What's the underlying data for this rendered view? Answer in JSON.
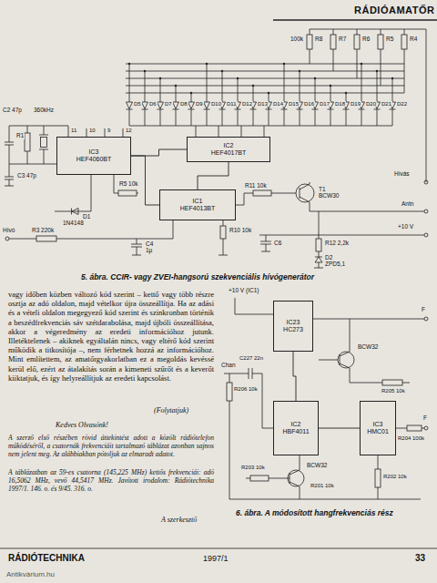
{
  "diagram": {
    "caption": "5. ábra. CCIR- vagy ZVEI-hangsorú szekvenciális hívógenerátor",
    "nodes": [
      {
        "text": [
          "IC3",
          "HEF4060BT"
        ]
      },
      {
        "text": [
          "IC2",
          "HEF4017BT"
        ]
      },
      {
        "text": [
          "IC1",
          "HEF4013BT"
        ]
      },
      {
        "text": [
          "IC23",
          "HC273"
        ]
      },
      {
        "text": [
          "IC2",
          "HBF4011"
        ]
      },
      {
        "text": [
          "IC3",
          "HMC01"
        ]
      }
    ],
    "edges": [
      {
        "from": 0,
        "to": 1,
        "arrow": "none"
      },
      {
        "from": 0,
        "to": 2,
        "arrow": "none"
      },
      {
        "from": 2,
        "to": 1,
        "arrow": "none"
      },
      {
        "from": 3,
        "to": 4,
        "arrow": "none"
      },
      {
        "from": 4,
        "to": 5,
        "arrow": "none"
      }
    ],
    "labels": [
      "RÁDIÓAMATŐR",
      "R8",
      "100k",
      "R7",
      "R6",
      "R5",
      "R4",
      "D5",
      "D6",
      "D7",
      "D8",
      "D9",
      "D10",
      "D11",
      "D12",
      "D13",
      "D14",
      "D15",
      "D16",
      "D17",
      "D18",
      "D19",
      "D20",
      "D21",
      "D22",
      "C2 47p",
      "360kHz",
      "R1",
      "C3 47p",
      "11",
      "10",
      "9",
      "12",
      "R5 10k",
      "D1",
      "1N4148",
      "Hívó",
      "R3 220k",
      "C4",
      "1µ",
      "R11 10k",
      "R10 10k",
      "T1",
      "BCW30",
      "Hívás",
      "Antn",
      "+10 V",
      "R12 2,2k",
      "D2",
      "ZPD5,1",
      "C6",
      "+10 V (IC1)",
      "F",
      "Chan",
      "C227 22n",
      "R206 10k",
      "BCW32",
      "R205 10k",
      "R204 100k",
      "F",
      "BCW32",
      "R203 10k",
      "R201 10k",
      "R202 10k",
      "6. ábra. A módosított hangfrekvenciás rész",
      "vagy időben közben változó kód szerint – kettő vagy több részre osztja az adó oldalon, majd vételkor újra összeállítja. Ha az adási és a vételi oldalon megegyező kód szerint és szinkronban történik a beszédfrekvenciás sáv szétdarabolása, majd újbóli összeállítása, akkor a végeredmény az eredeti információhoz jutunk. Illetéktelenek – akiknek egyáltalán nincs, vagy eltérő kód szerint működik a titkosítója –, nem férhetnek hozzá az információhoz. Mint említettem, az amatőrgyakorlatban ez a megoldás kevéssé kerül elő, ezért az átalakítás során a kimeneti szűrőt és a keverőt kiiktatjuk, és így helyreállítjuk az eredeti kapcsolást.",
      "(Folytatjuk)",
      "Kedves Olvasónk!",
      "A szerző első részében rövid áttekintést adott a közölt rádiótelefon működéséről, a csatornák frekvenciáit tartalmazó táblázat azonban sajnos nem jelent meg. Az alábbiakban pótoljuk az elmaradt adatot.",
      "A táblázatban az 59-es csatorna (145,225 MHz) kettős frekvenciái: adó 16,5062 MHz, vevő 44,5417 MHz. Javított irodalom: Rádiótechnika 1997/1. 146. o. és 9/45. 316. o.",
      "A szerkesztő",
      "RÁDIÓTECHNIKA",
      "1997/1",
      "33",
      "Antikvárium.hu"
    ]
  }
}
